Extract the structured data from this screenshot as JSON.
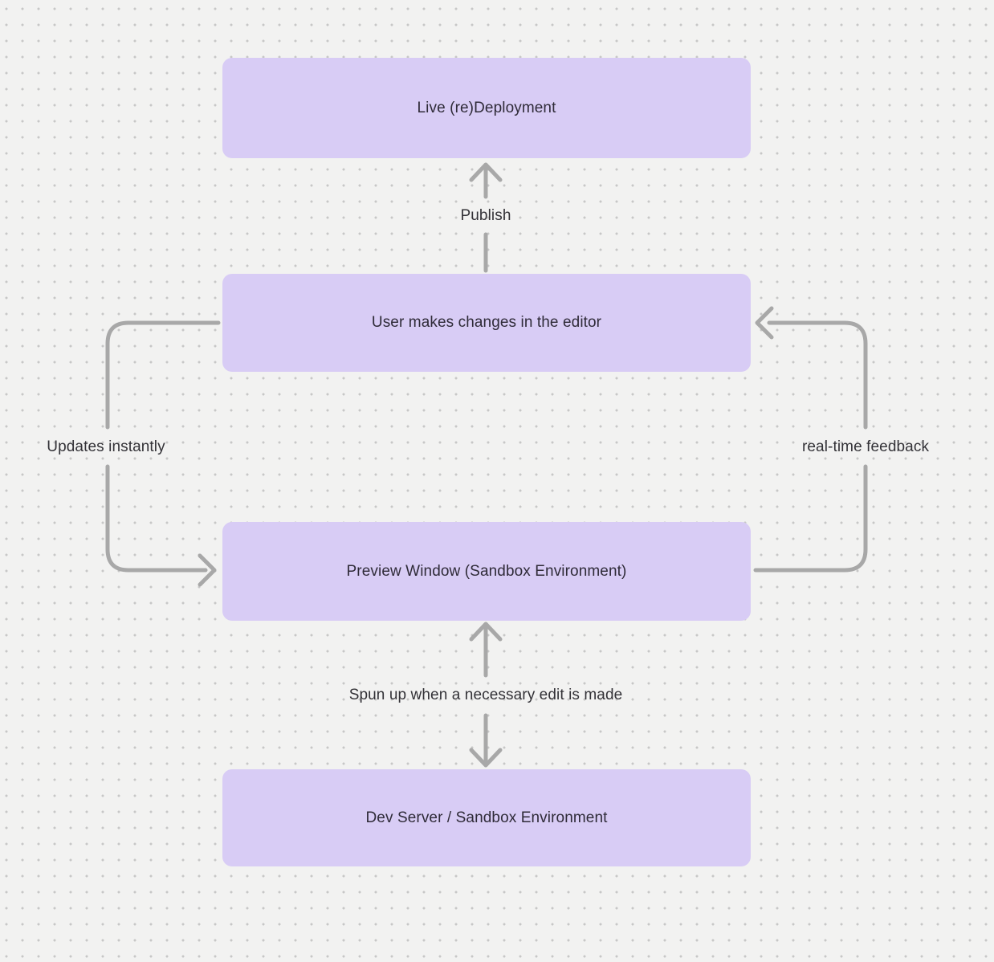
{
  "colors": {
    "background": "#f2f2f1",
    "dot_color": "#c7c7c7",
    "node_fill": "#d8ccf5",
    "node_text": "#2f2b38",
    "label_text": "#333237",
    "arrow": "#a8a8a8"
  },
  "diagram": {
    "nodes": [
      {
        "id": "live-deployment",
        "label": "Live (re)Deployment"
      },
      {
        "id": "user-editor",
        "label": "User makes changes in the editor"
      },
      {
        "id": "preview-window",
        "label": "Preview Window (Sandbox Environment)"
      },
      {
        "id": "dev-server",
        "label": "Dev Server / Sandbox Environment"
      }
    ],
    "edges": [
      {
        "id": "publish",
        "label": "Publish",
        "from": "user-editor",
        "to": "live-deployment",
        "direction": "up"
      },
      {
        "id": "updates-instantly",
        "label": "Updates instantly",
        "from": "user-editor",
        "to": "preview-window",
        "direction": "down-left-side"
      },
      {
        "id": "real-time-feedback",
        "label": "real-time feedback",
        "from": "preview-window",
        "to": "user-editor",
        "direction": "up-right-side"
      },
      {
        "id": "spun-up",
        "label": "Spun up when a necessary edit is made",
        "from": "preview-window",
        "to": "dev-server",
        "direction": "bidirectional"
      }
    ]
  }
}
